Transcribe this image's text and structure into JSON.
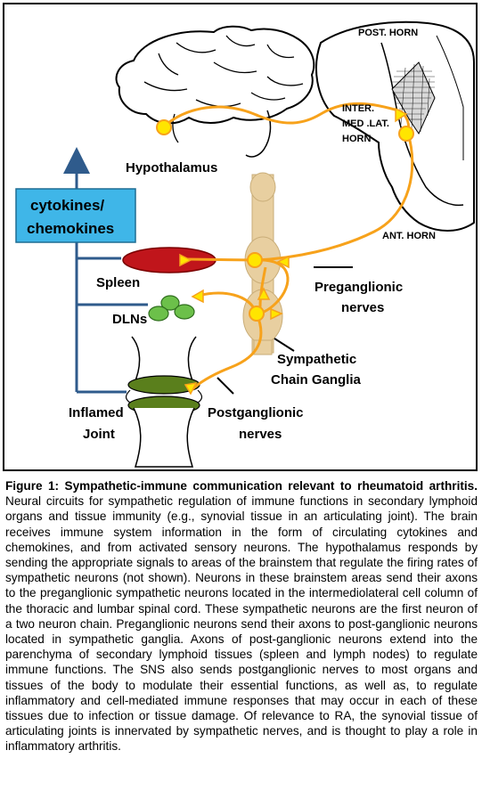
{
  "diagram": {
    "labels": {
      "post_horn": "POST. HORN",
      "inter_line1": "INTER.",
      "inter_line2": "MED .LAT.",
      "inter_line3": "HORN",
      "ant_horn": "ANT. HORN",
      "hypothalamus": "Hypothalamus",
      "cytokines_line1": "cytokines/",
      "cytokines_line2": "chemokines",
      "spleen": "Spleen",
      "dlns": "DLNs",
      "inflamed_line1": "Inflamed",
      "inflamed_line2": "Joint",
      "preganglionic_line1": "Preganglionic",
      "preganglionic_line2": "nerves",
      "sympathetic_line1": "Sympathetic",
      "sympathetic_line2": "Chain Ganglia",
      "postganglionic_line1": "Postganglionic",
      "postganglionic_line2": "nerves"
    },
    "colors": {
      "nerve": "#f7a21b",
      "neuron": "#ffe500",
      "arrow_blue": "#2f5b8c",
      "cytokine_box": "#3fb6e8",
      "spleen": "#c0151b",
      "dln": "#6cc04a",
      "ganglia": "#e8cfa0",
      "joint_green": "#5a7f1c"
    }
  },
  "caption": {
    "title": "Figure 1: Sympathetic-immune communication relevant to rheumatoid arthritis.",
    "body": " Neural circuits for sympathetic regulation of immune functions in secondary lymphoid organs and tissue immunity (e.g., synovial tissue in an articulating joint). The brain receives immune system information in the form of circulating cytokines and chemokines, and from activated sensory neurons. The hypothalamus responds by sending the appropriate signals to areas of the brainstem that regulate the firing rates of sympathetic neurons (not shown). Neurons in these brainstem areas send their axons to the preganglionic sympathetic neurons located in the intermediolateral cell column of the thoracic and lumbar spinal cord. These sympathetic neurons are the first neuron of a two neuron chain. Preganglionic neurons send their axons to post-ganglionic neurons located in sympathetic ganglia. Axons of post-ganglionic neurons extend into the parenchyma of secondary lymphoid tissues (spleen and lymph nodes) to regulate immune functions. The SNS also sends postganglionic nerves to most organs and tissues of the body to modulate their essential functions, as well as, to regulate inflammatory and cell-mediated immune responses that may occur in each of these tissues due to infection or tissue damage. Of relevance to RA, the synovial tissue of articulating joints is innervated by sympathetic nerves, and is thought to play a role in inflammatory arthritis."
  }
}
